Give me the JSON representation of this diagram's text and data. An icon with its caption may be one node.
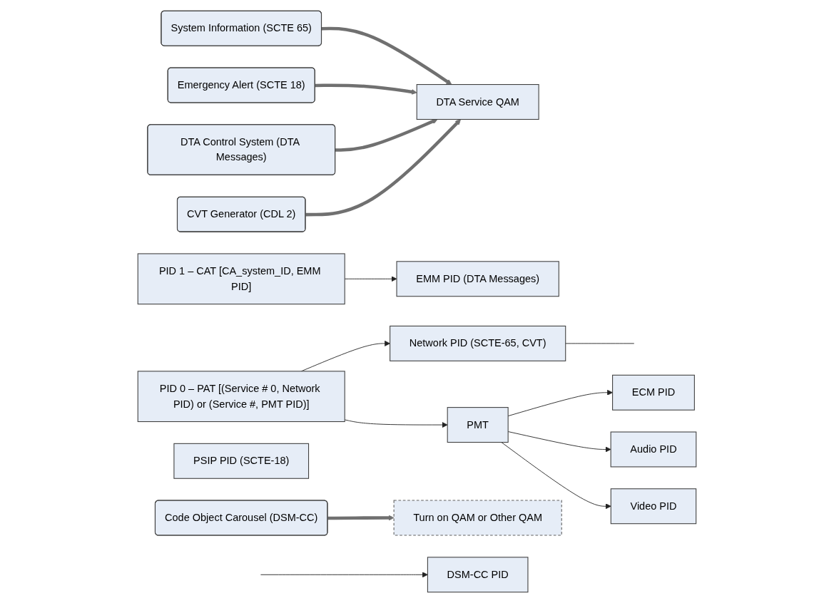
{
  "diagram": {
    "nodes": [
      {
        "text": [
          "System Information (SCTE 65)"
        ]
      },
      {
        "text": [
          "Emergency Alert (SCTE 18)"
        ]
      },
      {
        "text": [
          "DTA Control System (DTA Messages)"
        ]
      },
      {
        "text": [
          "CVT Generator (CDL 2)"
        ]
      },
      {
        "text": [
          "Code Object Carousel (DSM-CC)"
        ]
      },
      {
        "text": [
          "DTA Service QAM"
        ]
      },
      {
        "text": [
          "PID 0 – PAT [(Service # 0, Network PID) or (Service #, PMT PID)]"
        ]
      },
      {
        "text": [
          "Network PID (SCTE-65, CVT)"
        ]
      },
      {
        "text": [
          "PID 1 – CAT [CA_system_ID, EMM PID]"
        ]
      },
      {
        "text": [
          "EMM PID (DTA Messages)"
        ]
      },
      {
        "text": [
          "PSIP PID (SCTE-18)"
        ]
      },
      {
        "text": [
          "PMT"
        ]
      },
      {
        "text": [
          "ECM PID"
        ]
      },
      {
        "text": [
          "Audio PID"
        ]
      },
      {
        "text": [
          "Video PID"
        ]
      },
      {
        "text": [
          "Turn on QAM or Other QAM"
        ]
      },
      {
        "text": [
          "DSM-CC PID"
        ]
      }
    ],
    "edges": [
      {
        "from": 0,
        "to": 5,
        "arrow": "to",
        "style": "thick"
      },
      {
        "from": 1,
        "to": 5,
        "arrow": "to",
        "style": "thick"
      },
      {
        "from": 2,
        "to": 5,
        "arrow": "to",
        "style": "thick"
      },
      {
        "from": 3,
        "to": 5,
        "arrow": "to",
        "style": "thick"
      },
      {
        "from": 4,
        "to": 15,
        "arrow": "to",
        "style": "thick"
      },
      {
        "from": 6,
        "to": 7,
        "arrow": "to"
      },
      {
        "from": 6,
        "to": 11,
        "arrow": "to"
      },
      {
        "from": 7,
        "to": null,
        "arrow": "none"
      },
      {
        "from": 8,
        "to": 9,
        "arrow": "to"
      },
      {
        "from": 11,
        "to": 12,
        "arrow": "to"
      },
      {
        "from": 11,
        "to": 13,
        "arrow": "to"
      },
      {
        "from": 11,
        "to": 14,
        "arrow": "to"
      },
      {
        "from": null,
        "to": 16,
        "arrow": "to"
      }
    ]
  }
}
